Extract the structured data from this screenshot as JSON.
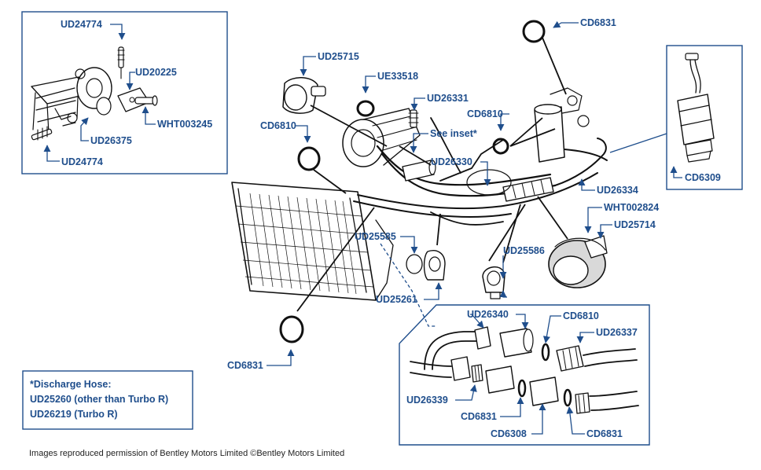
{
  "labels": {
    "inset_top_ud24774": "UD24774",
    "inset_ud20225": "UD20225",
    "inset_wht003245": "WHT003245",
    "inset_ud26375": "UD26375",
    "inset_bottom_ud24774": "UD24774",
    "ud25715": "UD25715",
    "ue33518": "UE33518",
    "ud26331": "UD26331",
    "cd6810_upper": "CD6810",
    "see_inset": "See inset*",
    "cd6810_left": "CD6810",
    "ud26330": "UD26330",
    "cd6831_top": "CD6831",
    "cd6309": "CD6309",
    "ud26334": "UD26334",
    "wht002824": "WHT002824",
    "ud25714": "UD25714",
    "ud25585": "UD25585",
    "ud25586": "UD25586",
    "ud25261": "UD25261",
    "cd6831_left": "CD6831",
    "ud26340": "UD26340",
    "cd6810_detail": "CD6810",
    "ud26337": "UD26337",
    "ud26339": "UD26339",
    "cd6831_detail_a": "CD6831",
    "cd6308": "CD6308",
    "cd6831_detail_b": "CD6831"
  },
  "note": {
    "title": "*Discharge Hose:",
    "line1": "UD25260 (other than Turbo R)",
    "line2": "UD26219 (Turbo R)"
  },
  "caption": "Images reproduced permission of Bentley Motors Limited ©Bentley Motors Limited",
  "colors": {
    "label": "#1f4e8c",
    "ink": "#111111"
  }
}
